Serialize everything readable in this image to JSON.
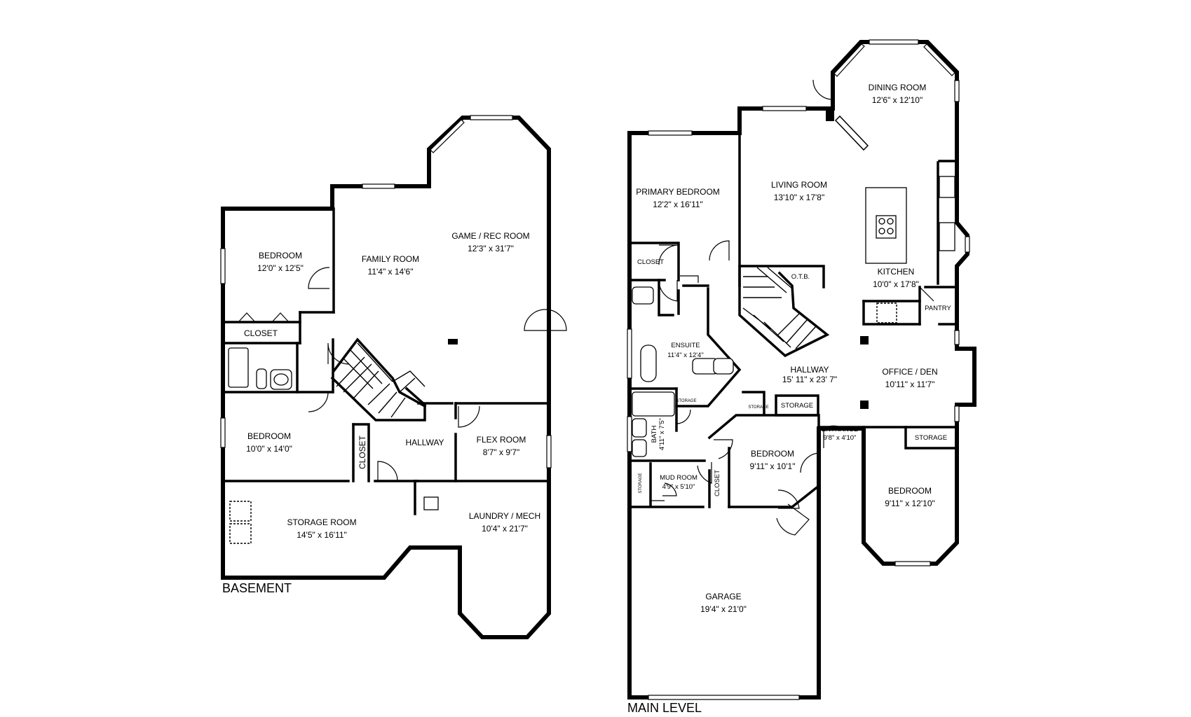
{
  "floors": {
    "basement": "BASEMENT",
    "main": "MAIN LEVEL"
  },
  "basement": {
    "bedroom1": {
      "name": "BEDROOM",
      "dims": "12'0\" x 12'5\""
    },
    "family": {
      "name": "FAMILY ROOM",
      "dims": "11'4\" x 14'6\""
    },
    "game": {
      "name": "GAME / REC ROOM",
      "dims": "12'3\" x 31'7\""
    },
    "closet1": {
      "name": "CLOSET"
    },
    "bedroom2": {
      "name": "BEDROOM",
      "dims": "10'0\" x 14'0\""
    },
    "closet2": {
      "name": "CLOSET"
    },
    "hallway": {
      "name": "HALLWAY"
    },
    "flex": {
      "name": "FLEX ROOM",
      "dims": "8'7\" x 9'7\""
    },
    "storage": {
      "name": "STORAGE ROOM",
      "dims": "14'5\" x 16'11\""
    },
    "laundry": {
      "name": "LAUNDRY / MECH",
      "dims": "10'4\" x 21'7\""
    }
  },
  "main": {
    "primary": {
      "name": "PRIMARY BEDROOM",
      "dims": "12'2\" x 16'11\""
    },
    "closet": {
      "name": "CLOSET"
    },
    "ensuite": {
      "name": "ENSUITE",
      "dims": "11'4\" x 12'4\""
    },
    "living": {
      "name": "LIVING ROOM",
      "dims": "13'10\" x 17'8\""
    },
    "dining": {
      "name": "DINING ROOM",
      "dims": "12'6\" x 12'10\""
    },
    "kitchen": {
      "name": "KITCHEN",
      "dims": "10'0\" x 17'8\""
    },
    "pantry": {
      "name": "PANTRY"
    },
    "otb": {
      "name": "O.T.B."
    },
    "hallway": {
      "name": "HALLWAY",
      "dims": "15' 11\" x 23' 7\""
    },
    "office": {
      "name": "OFFICE / DEN",
      "dims": "10'11\" x 11'7\""
    },
    "storage1": {
      "name": "STORAGE"
    },
    "storage2": {
      "name": "STORAGE"
    },
    "storage_small1": {
      "name": "STORAGE"
    },
    "storage_small2": {
      "name": "STORAGE"
    },
    "storage_vert": {
      "name": "STORAGE"
    },
    "entrance": {
      "name": "ENTRANCE",
      "dims": "9'8\" x 4'10\""
    },
    "bath": {
      "name": "BATH",
      "dims": "4'11\" x 7'5\""
    },
    "mud": {
      "name": "MUD ROOM",
      "dims": "4'9\" x 5'10\""
    },
    "closet2": {
      "name": "CLOSET"
    },
    "bedroom2": {
      "name": "BEDROOM",
      "dims": "9'11\" x 10'1\""
    },
    "bedroom3": {
      "name": "BEDROOM",
      "dims": "9'11\" x 12'10\""
    },
    "garage": {
      "name": "GARAGE",
      "dims": "19'4\" x 21'0\""
    }
  }
}
